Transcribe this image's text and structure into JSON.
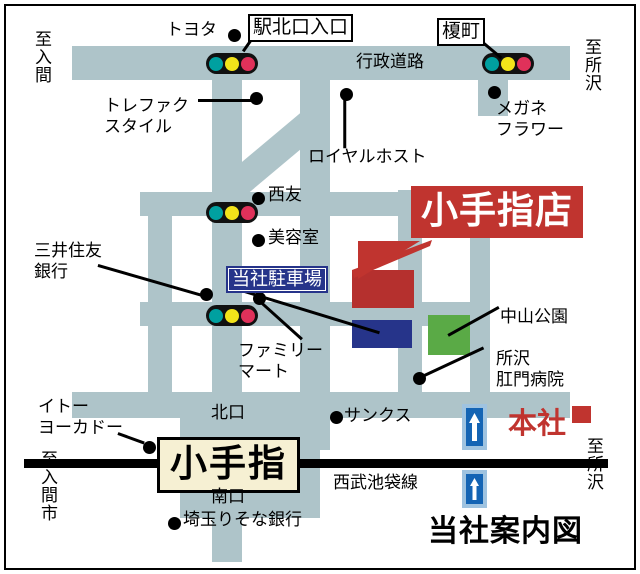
{
  "map": {
    "title": "当社案内図",
    "store_banner": "小手指店",
    "station_name": "小手指",
    "headquarters": "本社",
    "parking_label": "当社駐車場",
    "colors": {
      "road": "#aec4c9",
      "block": "#ffffff",
      "store_building": "#b5302e",
      "parking_building": "#26348a",
      "park": "#5aaa46",
      "banner": "#c0342f",
      "station_box": "#f6f0d3",
      "rail": "#000000",
      "hq_text": "#c0342f",
      "signal_green": "#00a0a0",
      "signal_yellow": "#f2e31a",
      "signal_red": "#e0315a",
      "arrow_sign": "#1464b4"
    },
    "intersection_labels": [
      {
        "text": "駅北口入口"
      },
      {
        "text": "榎町"
      }
    ],
    "road_names": [
      {
        "text": "行政道路"
      },
      {
        "text": "西武池袋線"
      }
    ],
    "direction_labels": [
      {
        "text": "至入間"
      },
      {
        "text": "至所沢"
      },
      {
        "text": "至入間市"
      },
      {
        "text": "至所沢"
      }
    ],
    "station_exits": [
      {
        "text": "北口"
      },
      {
        "text": "南口"
      }
    ],
    "pois": [
      {
        "text": "トヨタ"
      },
      {
        "text": "トレファク\nスタイル"
      },
      {
        "text": "ロイヤルホスト"
      },
      {
        "text": "メガネ\nフラワー"
      },
      {
        "text": "西友"
      },
      {
        "text": "美容室"
      },
      {
        "text": "三井住友\n銀行"
      },
      {
        "text": "ファミリー\nマート"
      },
      {
        "text": "中山公園"
      },
      {
        "text": "所沢\n肛門病院"
      },
      {
        "text": "イトー\nヨーカドー"
      },
      {
        "text": "サンクス"
      },
      {
        "text": "埼玉りそな銀行"
      }
    ],
    "signals_count": 4,
    "arrow_signs_count": 2
  }
}
